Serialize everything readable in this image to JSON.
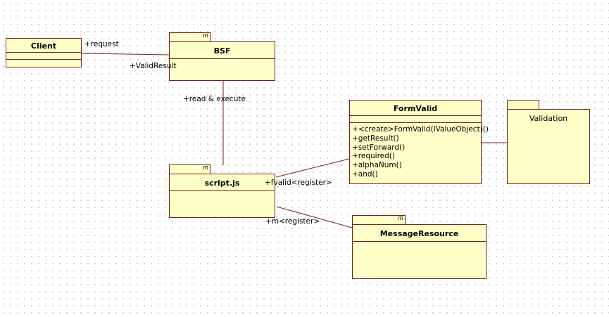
{
  "diagram": {
    "client": {
      "name": "Client"
    },
    "bsf": {
      "name": "BSF"
    },
    "script": {
      "name": "script.js"
    },
    "formvalid": {
      "name": "FormValid",
      "operations": [
        "+<create>FormValid(IValueObject)()",
        "+getResult()",
        "+setForward()",
        "+required()",
        "+alphaNum()",
        "+and()"
      ]
    },
    "validation": {
      "name": "Validation"
    },
    "messageresource": {
      "name": "MessageResource"
    },
    "edge_labels": {
      "request": "+request",
      "valid_result": "+ValidResult",
      "read_execute": "+read & execute",
      "fvalid": "+fvalid<register>",
      "m_register": "+m<register>"
    }
  }
}
